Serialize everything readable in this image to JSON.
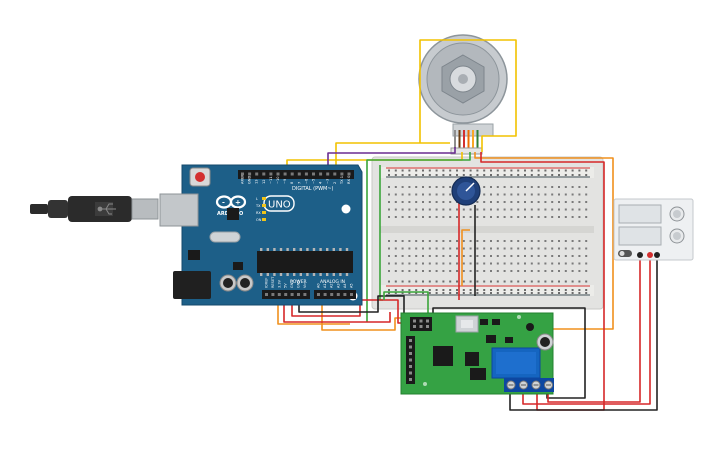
{
  "app": {
    "canvas_background": "#ffffff"
  },
  "arduino": {
    "logo_text": "ARDUINO",
    "model_text": "UNO",
    "digital_label": "DIGITAL (PWM~)",
    "power_label": "POWER",
    "analog_label": "ANALOG IN",
    "board_color": "#1d5f88",
    "pin_labels_top": [
      "AREF",
      "GND",
      "13",
      "12",
      "~11",
      "~10",
      "~9",
      "8",
      "7",
      "~6",
      "~5",
      "4",
      "~3",
      "2",
      "TX 1",
      "RX 0"
    ],
    "pin_labels_power": [
      "IOREF",
      "RESET",
      "3.3V",
      "5V",
      "GND",
      "GND",
      "Vin"
    ],
    "pin_labels_analog": [
      "A0",
      "A1",
      "A2",
      "A3",
      "A4",
      "A5"
    ],
    "led_labels": [
      "L",
      "TX",
      "RX",
      "ON"
    ]
  },
  "usb_cable": {
    "color": "#2b2b2b"
  },
  "motor": {
    "wire_colors": [
      "#8e8e8e",
      "#6b3e12",
      "#d32f2f",
      "#ef6c00",
      "#f9a825",
      "#2e7d32"
    ]
  },
  "breadboard": {
    "rail_color_positive": "#d32f2f",
    "rail_color_negative": "#37474f"
  },
  "potentiometer": {
    "body_color": "#1f3f78"
  },
  "driver_board": {
    "pcb_color": "#35a244"
  },
  "power_supply": {
    "display_color": "#eef0f2"
  },
  "wires": {
    "yellow": "#f2c200",
    "orange": "#f0901d",
    "red": "#d62728",
    "black": "#222222",
    "green": "#3aa53a",
    "purple": "#6a2c91",
    "blue": "#1565c0"
  }
}
